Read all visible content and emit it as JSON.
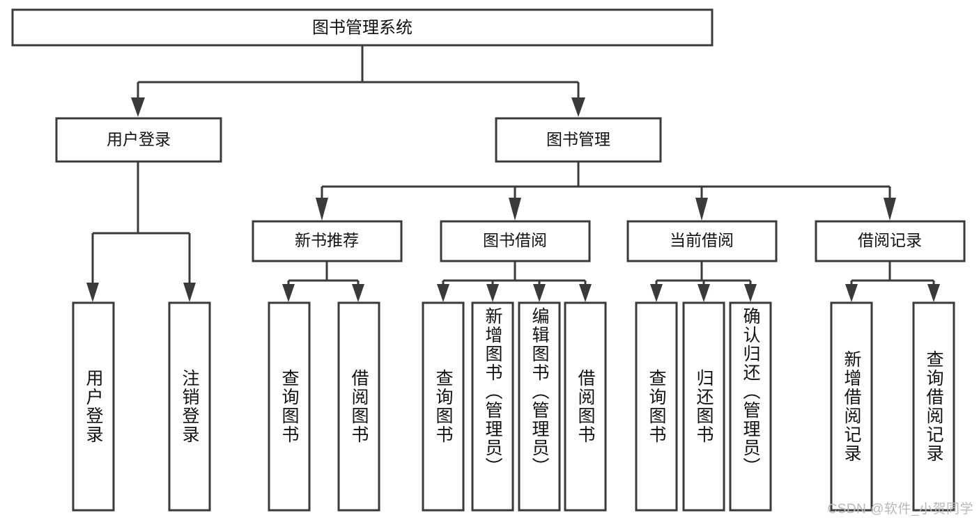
{
  "diagram": {
    "type": "tree",
    "title": "图书管理系统",
    "orientation": "top-down",
    "root": {
      "id": "root",
      "label": "图书管理系统"
    },
    "level2": [
      {
        "id": "user-login",
        "label": "用户登录"
      },
      {
        "id": "book-management",
        "label": "图书管理"
      }
    ],
    "level3": [
      {
        "id": "new-book-recommend",
        "label": "新书推荐",
        "parent": "book-management"
      },
      {
        "id": "book-borrow",
        "label": "图书借阅",
        "parent": "book-management"
      },
      {
        "id": "current-borrow",
        "label": "当前借阅",
        "parent": "book-management"
      },
      {
        "id": "borrow-record",
        "label": "借阅记录",
        "parent": "book-management"
      }
    ],
    "leaves": [
      {
        "id": "leaf-user-login",
        "label": "用户登录",
        "parent": "user-login"
      },
      {
        "id": "leaf-logout-login",
        "label": "注销登录",
        "parent": "user-login"
      },
      {
        "id": "leaf-query-book-1",
        "label": "查询图书",
        "parent": "new-book-recommend"
      },
      {
        "id": "leaf-borrow-book-1",
        "label": "借阅图书",
        "parent": "new-book-recommend"
      },
      {
        "id": "leaf-query-book-2",
        "label": "查询图书",
        "parent": "book-borrow"
      },
      {
        "id": "leaf-add-book",
        "label": "新增图书（管理员）",
        "parent": "book-borrow"
      },
      {
        "id": "leaf-edit-book",
        "label": "编辑图书（管理员）",
        "parent": "book-borrow"
      },
      {
        "id": "leaf-borrow-book-2",
        "label": "借阅图书",
        "parent": "book-borrow"
      },
      {
        "id": "leaf-query-book-3",
        "label": "查询图书",
        "parent": "current-borrow"
      },
      {
        "id": "leaf-return-book",
        "label": "归还图书",
        "parent": "current-borrow"
      },
      {
        "id": "leaf-confirm-return",
        "label": "确认归还（管理员）",
        "parent": "current-borrow"
      },
      {
        "id": "leaf-add-borrow-record",
        "label": "新增借阅记录",
        "parent": "borrow-record"
      },
      {
        "id": "leaf-query-borrow-record",
        "label": "查询借阅记录",
        "parent": "borrow-record"
      }
    ]
  },
  "watermark": {
    "text": "CSDN @软件_小贺同学"
  },
  "colors": {
    "stroke": "#3a3a3a",
    "fill": "#ffffff",
    "text": "#111111",
    "watermark": "#b9b9b9"
  }
}
